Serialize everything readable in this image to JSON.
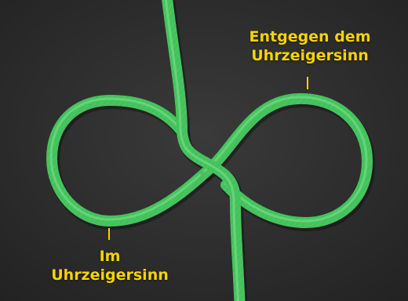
{
  "image": {
    "subject": "rope-figure-eight-loops",
    "colors": {
      "background": "#303030",
      "rope": "#47c45f",
      "rope_dark": "#2f9446",
      "rope_light": "#7be58c",
      "label": "#f5d400"
    }
  },
  "labels": {
    "counterclockwise_line1": "Entgegen dem",
    "counterclockwise_line2": "Uhrzeigersinn",
    "clockwise_line1": "Im",
    "clockwise_line2": "Uhrzeigersinn"
  }
}
